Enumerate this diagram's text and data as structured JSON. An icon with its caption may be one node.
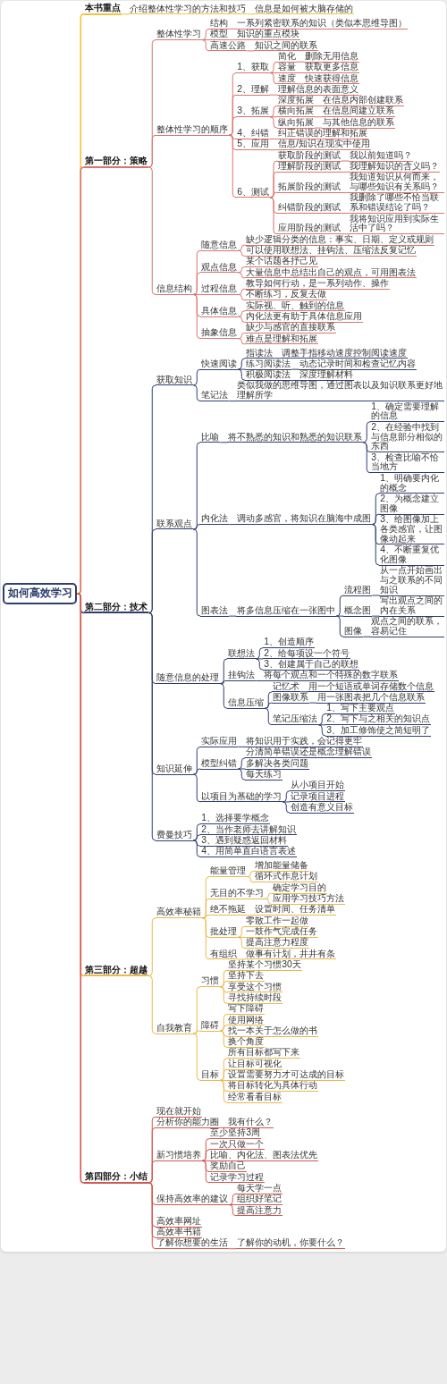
{
  "diagram": {
    "nodes": [
      {
        "text": [
          "如何高效学习"
        ]
      },
      {
        "text": [
          "本书重点"
        ]
      },
      {
        "text": [
          "介绍整体性学习的方法和技巧"
        ]
      },
      {
        "text": [
          "信息是如何被大脑存储的"
        ]
      },
      {
        "text": [
          "第一部分：策略"
        ]
      },
      {
        "text": [
          "整体性学习"
        ]
      },
      {
        "text": [
          "结构"
        ]
      },
      {
        "text": [
          "一系列紧密联系的知识（类似本思维导图）"
        ]
      },
      {
        "text": [
          "模型"
        ]
      },
      {
        "text": [
          "知识的重点模块"
        ]
      },
      {
        "text": [
          "高速公路"
        ]
      },
      {
        "text": [
          "知识之间的联系"
        ]
      },
      {
        "text": [
          "整体性学习的顺序"
        ]
      },
      {
        "text": [
          "1、获取"
        ]
      },
      {
        "text": [
          "简化"
        ]
      },
      {
        "text": [
          "删除无用信息"
        ]
      },
      {
        "text": [
          "容量"
        ]
      },
      {
        "text": [
          "获取更多信息"
        ]
      },
      {
        "text": [
          "速度"
        ]
      },
      {
        "text": [
          "快速获得信息"
        ]
      },
      {
        "text": [
          "2、理解"
        ]
      },
      {
        "text": [
          "理解信息的表面意义"
        ]
      },
      {
        "text": [
          "3、拓展"
        ]
      },
      {
        "text": [
          "深度拓展"
        ]
      },
      {
        "text": [
          "在信息内部创建联系"
        ]
      },
      {
        "text": [
          "横向拓展"
        ]
      },
      {
        "text": [
          "在信息间建立联系"
        ]
      },
      {
        "text": [
          "纵向拓展"
        ]
      },
      {
        "text": [
          "与其他信息的联系"
        ]
      },
      {
        "text": [
          "4、纠错"
        ]
      },
      {
        "text": [
          "纠正错误的理解和拓展"
        ]
      },
      {
        "text": [
          "5、应用"
        ]
      },
      {
        "text": [
          "信息/知识在现实中使用"
        ]
      },
      {
        "text": [
          "6、测试"
        ]
      },
      {
        "text": [
          "获取阶段的测试"
        ]
      },
      {
        "text": [
          "我以前知道吗？"
        ]
      },
      {
        "text": [
          "理解阶段的测试"
        ]
      },
      {
        "text": [
          "我理解知识的含义吗？"
        ]
      },
      {
        "text": [
          "拓展阶段的测试"
        ]
      },
      {
        "text": [
          "我知道知识从何而来，与哪些知识有关系吗？"
        ]
      },
      {
        "text": [
          "纠错阶段的测试"
        ]
      },
      {
        "text": [
          "我删除了哪些不恰当联系和错误结论了吗？"
        ]
      },
      {
        "text": [
          "应用阶段的测试"
        ]
      },
      {
        "text": [
          "我将知识应用到实际生活中了吗？"
        ]
      },
      {
        "text": [
          "信息结构"
        ]
      },
      {
        "text": [
          "随意信息"
        ]
      },
      {
        "text": [
          "缺少逻辑分类的信息：事实、日期、定义或规则"
        ]
      },
      {
        "text": [
          "可以使用联想法、挂钩法、压缩法反复记忆"
        ]
      },
      {
        "text": [
          "观点信息"
        ]
      },
      {
        "text": [
          "某个话题各抒己见"
        ]
      },
      {
        "text": [
          "大量信息中总结出自己的观点，可用图表法"
        ]
      },
      {
        "text": [
          "过程信息"
        ]
      },
      {
        "text": [
          "教导如何行动，是一系列动作、操作"
        ]
      },
      {
        "text": [
          "不断练习，反复去做"
        ]
      },
      {
        "text": [
          "具体信息"
        ]
      },
      {
        "text": [
          "实际视、听、触到的信息"
        ]
      },
      {
        "text": [
          "内化法更有助于具体信息应用"
        ]
      },
      {
        "text": [
          "抽象信息"
        ]
      },
      {
        "text": [
          "缺少与感官的直接联系"
        ]
      },
      {
        "text": [
          "难点是理解和拓展"
        ]
      },
      {
        "text": [
          "第二部分：技术"
        ]
      },
      {
        "text": [
          "获取知识"
        ]
      },
      {
        "text": [
          "快速阅读"
        ]
      },
      {
        "text": [
          "指读法"
        ]
      },
      {
        "text": [
          "调整手指移动速度控制阅读速度"
        ]
      },
      {
        "text": [
          "练习阅读法"
        ]
      },
      {
        "text": [
          "动态记录时间和检查记忆内容"
        ]
      },
      {
        "text": [
          "积极阅读法"
        ]
      },
      {
        "text": [
          "深度理解材料"
        ]
      },
      {
        "text": [
          "笔记法"
        ]
      },
      {
        "text": [
          "类似我做的思维导图，通过图表以及知识联系更好地理解所学"
        ]
      },
      {
        "text": [
          "联系观点"
        ]
      },
      {
        "text": [
          "比喻"
        ]
      },
      {
        "text": [
          "将不熟悉的知识和熟悉的知识联系"
        ]
      },
      {
        "text": [
          "1、确定需要理解的信息"
        ]
      },
      {
        "text": [
          "2、在经验中找到与信息部分相似的东西"
        ]
      },
      {
        "text": [
          "3、检查比喻不恰当地方"
        ]
      },
      {
        "text": [
          "内化法"
        ]
      },
      {
        "text": [
          "调动多感官，将知识在脑海中成图"
        ]
      },
      {
        "text": [
          "1、明确要内化的概念"
        ]
      },
      {
        "text": [
          "2、为概念建立图像"
        ]
      },
      {
        "text": [
          "3、给图像加上各类感官，让图像动起来"
        ]
      },
      {
        "text": [
          "4、不断重复优化图像"
        ]
      },
      {
        "text": [
          "图表法"
        ]
      },
      {
        "text": [
          "将多信息压缩在一张图中"
        ]
      },
      {
        "text": [
          "流程图"
        ]
      },
      {
        "text": [
          "从一点开始画出与之联系的不同知识"
        ]
      },
      {
        "text": [
          "概念图"
        ]
      },
      {
        "text": [
          "写出观点之间的内在关系"
        ]
      },
      {
        "text": [
          "图像"
        ]
      },
      {
        "text": [
          "观点之间的联系，容易记住"
        ]
      },
      {
        "text": [
          "随意信息的处理"
        ]
      },
      {
        "text": [
          "联想法"
        ]
      },
      {
        "text": [
          "1、创造顺序"
        ]
      },
      {
        "text": [
          "2、给每项设一个符号"
        ]
      },
      {
        "text": [
          "3、创建属于自己的联想"
        ]
      },
      {
        "text": [
          "挂钩法"
        ]
      },
      {
        "text": [
          "将每个观点和一个特殊的数字联系"
        ]
      },
      {
        "text": [
          "信息压缩"
        ]
      },
      {
        "text": [
          "记忆术"
        ]
      },
      {
        "text": [
          "用一个短语或单词存储数个信息"
        ]
      },
      {
        "text": [
          "图像联系"
        ]
      },
      {
        "text": [
          "用一张图表把几个信息联系"
        ]
      },
      {
        "text": [
          "笔记压缩法"
        ]
      },
      {
        "text": [
          "1、写下主要观点"
        ]
      },
      {
        "text": [
          "2、写下与之相关的知识点"
        ]
      },
      {
        "text": [
          "3、加工修饰使之简短明了"
        ]
      },
      {
        "text": [
          "知识延伸"
        ]
      },
      {
        "text": [
          "实际应用"
        ]
      },
      {
        "text": [
          "将知识用于实践，会记得更牢"
        ]
      },
      {
        "text": [
          "模型纠错"
        ]
      },
      {
        "text": [
          "分清简单错误还是概念理解错误"
        ]
      },
      {
        "text": [
          "多解决各类问题"
        ]
      },
      {
        "text": [
          "每天练习"
        ]
      },
      {
        "text": [
          "以项目为基础的学习"
        ]
      },
      {
        "text": [
          "从小项目开始"
        ]
      },
      {
        "text": [
          "记录项目进程"
        ]
      },
      {
        "text": [
          "创造有意义目标"
        ]
      },
      {
        "text": [
          "费曼技巧"
        ]
      },
      {
        "text": [
          "1、选择要学概念"
        ]
      },
      {
        "text": [
          "2、当作老师去讲解知识"
        ]
      },
      {
        "text": [
          "3、遇到疑惑返回材料"
        ]
      },
      {
        "text": [
          "4、用简单直白语言表述"
        ]
      },
      {
        "text": [
          "第三部分：超越"
        ]
      },
      {
        "text": [
          "高效率秘籍"
        ]
      },
      {
        "text": [
          "能量管理"
        ]
      },
      {
        "text": [
          "增加能量储备"
        ]
      },
      {
        "text": [
          "循环式作息计划"
        ]
      },
      {
        "text": [
          "无目的不学习"
        ]
      },
      {
        "text": [
          "确定学习目的"
        ]
      },
      {
        "text": [
          "应用学习技巧方法"
        ]
      },
      {
        "text": [
          "绝不拖延"
        ]
      },
      {
        "text": [
          "设置时间、任务清单"
        ]
      },
      {
        "text": [
          "批处理"
        ]
      },
      {
        "text": [
          "零散工作一起做"
        ]
      },
      {
        "text": [
          "一鼓作气完成任务"
        ]
      },
      {
        "text": [
          "提高注意力程度"
        ]
      },
      {
        "text": [
          "有组织"
        ]
      },
      {
        "text": [
          "做事有计划，井井有条"
        ]
      },
      {
        "text": [
          "自我教育"
        ]
      },
      {
        "text": [
          "习惯"
        ]
      },
      {
        "text": [
          "坚持某个习惯30天"
        ]
      },
      {
        "text": [
          "坚持下去"
        ]
      },
      {
        "text": [
          "享受这个习惯"
        ]
      },
      {
        "text": [
          "寻找持续时段"
        ]
      },
      {
        "text": [
          "障碍"
        ]
      },
      {
        "text": [
          "写下障碍"
        ]
      },
      {
        "text": [
          "使用网络"
        ]
      },
      {
        "text": [
          "找一本关于怎么做的书"
        ]
      },
      {
        "text": [
          "换个角度"
        ]
      },
      {
        "text": [
          "目标"
        ]
      },
      {
        "text": [
          "所有目标都写下来"
        ]
      },
      {
        "text": [
          "让目标可视化"
        ]
      },
      {
        "text": [
          "设置需要努力才可达成的目标"
        ]
      },
      {
        "text": [
          "将目标转化为具体行动"
        ]
      },
      {
        "text": [
          "经常看看目标"
        ]
      },
      {
        "text": [
          "第四部分：小结"
        ]
      },
      {
        "text": [
          "现在就开始"
        ]
      },
      {
        "text": [
          "分析你的能力圈"
        ]
      },
      {
        "text": [
          "我有什么？"
        ]
      },
      {
        "text": [
          "新习惯培养"
        ]
      },
      {
        "text": [
          "至少坚持3周"
        ]
      },
      {
        "text": [
          "一次只做一个"
        ]
      },
      {
        "text": [
          "比喻、内化法、图表法优先"
        ]
      },
      {
        "text": [
          "奖励自己"
        ]
      },
      {
        "text": [
          "记录学习过程"
        ]
      },
      {
        "text": [
          "保持高效率的建议"
        ]
      },
      {
        "text": [
          "每天学一点"
        ]
      },
      {
        "text": [
          "组织好笔记"
        ]
      },
      {
        "text": [
          "提高注意力"
        ]
      },
      {
        "text": [
          "高效率网址"
        ]
      },
      {
        "text": [
          "高效率书籍"
        ]
      },
      {
        "text": [
          "了解你想要的生活"
        ]
      },
      {
        "text": [
          "了解你的动机，你要什么？"
        ]
      }
    ],
    "edges": [
      {
        "from": 0,
        "to": 1,
        "arrow": "none",
        "color": "#f0c43c"
      },
      {
        "from": 1,
        "to": 2,
        "arrow": "none",
        "color": "#f0c43c"
      },
      {
        "from": 2,
        "to": 3,
        "arrow": "none",
        "color": "#f0c43c"
      },
      {
        "from": 0,
        "to": 4,
        "arrow": "none",
        "color": "#d9756c"
      },
      {
        "from": 4,
        "to": 5,
        "arrow": "none",
        "color": "#d9756c"
      },
      {
        "from": 5,
        "to": 6,
        "arrow": "none",
        "color": "#d9756c"
      },
      {
        "from": 6,
        "to": 7,
        "arrow": "none",
        "color": "#d9756c"
      },
      {
        "from": 5,
        "to": 8,
        "arrow": "none",
        "color": "#d9756c"
      },
      {
        "from": 8,
        "to": 9,
        "arrow": "none",
        "color": "#d9756c"
      },
      {
        "from": 5,
        "to": 10,
        "arrow": "none",
        "color": "#d9756c"
      },
      {
        "from": 10,
        "to": 11,
        "arrow": "none",
        "color": "#d9756c"
      },
      {
        "from": 4,
        "to": 12,
        "arrow": "none",
        "color": "#d9756c"
      },
      {
        "from": 12,
        "to": 13,
        "arrow": "none",
        "color": "#d9756c"
      },
      {
        "from": 13,
        "to": 14,
        "arrow": "none",
        "color": "#d9756c"
      },
      {
        "from": 14,
        "to": 15,
        "arrow": "none",
        "color": "#d9756c"
      },
      {
        "from": 13,
        "to": 16,
        "arrow": "none",
        "color": "#d9756c"
      },
      {
        "from": 16,
        "to": 17,
        "arrow": "none",
        "color": "#d9756c"
      },
      {
        "from": 13,
        "to": 18,
        "arrow": "none",
        "color": "#d9756c"
      },
      {
        "from": 18,
        "to": 19,
        "arrow": "none",
        "color": "#d9756c"
      },
      {
        "from": 12,
        "to": 20,
        "arrow": "none",
        "color": "#d9756c"
      },
      {
        "from": 20,
        "to": 21,
        "arrow": "none",
        "color": "#d9756c"
      },
      {
        "from": 12,
        "to": 22,
        "arrow": "none",
        "color": "#d9756c"
      },
      {
        "from": 22,
        "to": 23,
        "arrow": "none",
        "color": "#d9756c"
      },
      {
        "from": 23,
        "to": 24,
        "arrow": "none",
        "color": "#d9756c"
      },
      {
        "from": 22,
        "to": 25,
        "arrow": "none",
        "color": "#d9756c"
      },
      {
        "from": 25,
        "to": 26,
        "arrow": "none",
        "color": "#d9756c"
      },
      {
        "from": 22,
        "to": 27,
        "arrow": "none",
        "color": "#d9756c"
      },
      {
        "from": 27,
        "to": 28,
        "arrow": "none",
        "color": "#d9756c"
      },
      {
        "from": 12,
        "to": 29,
        "arrow": "none",
        "color": "#d9756c"
      },
      {
        "from": 29,
        "to": 30,
        "arrow": "none",
        "color": "#d9756c"
      },
      {
        "from": 12,
        "to": 31,
        "arrow": "none",
        "color": "#d9756c"
      },
      {
        "from": 31,
        "to": 32,
        "arrow": "none",
        "color": "#d9756c"
      },
      {
        "from": 12,
        "to": 33,
        "arrow": "none",
        "color": "#d9756c"
      },
      {
        "from": 33,
        "to": 34,
        "arrow": "none",
        "color": "#d9756c"
      },
      {
        "from": 34,
        "to": 35,
        "arrow": "none",
        "color": "#d9756c"
      },
      {
        "from": 33,
        "to": 36,
        "arrow": "none",
        "color": "#d9756c"
      },
      {
        "from": 36,
        "to": 37,
        "arrow": "none",
        "color": "#d9756c"
      },
      {
        "from": 33,
        "to": 38,
        "arrow": "none",
        "color": "#d9756c"
      },
      {
        "from": 38,
        "to": 39,
        "arrow": "none",
        "color": "#d9756c"
      },
      {
        "from": 33,
        "to": 40,
        "arrow": "none",
        "color": "#d9756c"
      },
      {
        "from": 40,
        "to": 41,
        "arrow": "none",
        "color": "#d9756c"
      },
      {
        "from": 33,
        "to": 42,
        "arrow": "none",
        "color": "#d9756c"
      },
      {
        "from": 42,
        "to": 43,
        "arrow": "none",
        "color": "#d9756c"
      },
      {
        "from": 4,
        "to": 44,
        "arrow": "none",
        "color": "#d9756c"
      },
      {
        "from": 44,
        "to": 45,
        "arrow": "none",
        "color": "#d9756c"
      },
      {
        "from": 45,
        "to": 46,
        "arrow": "none",
        "color": "#d9756c"
      },
      {
        "from": 45,
        "to": 47,
        "arrow": "none",
        "color": "#d9756c"
      },
      {
        "from": 44,
        "to": 48,
        "arrow": "none",
        "color": "#d9756c"
      },
      {
        "from": 48,
        "to": 49,
        "arrow": "none",
        "color": "#d9756c"
      },
      {
        "from": 48,
        "to": 50,
        "arrow": "none",
        "color": "#d9756c"
      },
      {
        "from": 44,
        "to": 51,
        "arrow": "none",
        "color": "#d9756c"
      },
      {
        "from": 51,
        "to": 52,
        "arrow": "none",
        "color": "#d9756c"
      },
      {
        "from": 51,
        "to": 53,
        "arrow": "none",
        "color": "#d9756c"
      },
      {
        "from": 44,
        "to": 54,
        "arrow": "none",
        "color": "#d9756c"
      },
      {
        "from": 54,
        "to": 55,
        "arrow": "none",
        "color": "#d9756c"
      },
      {
        "from": 54,
        "to": 56,
        "arrow": "none",
        "color": "#d9756c"
      },
      {
        "from": 44,
        "to": 57,
        "arrow": "none",
        "color": "#d9756c"
      },
      {
        "from": 57,
        "to": 58,
        "arrow": "none",
        "color": "#d9756c"
      },
      {
        "from": 57,
        "to": 59,
        "arrow": "none",
        "color": "#d9756c"
      },
      {
        "from": 0,
        "to": 60,
        "arrow": "none"
      },
      {
        "from": 60,
        "to": 61,
        "arrow": "none"
      },
      {
        "from": 61,
        "to": 62,
        "arrow": "none"
      },
      {
        "from": 62,
        "to": 63,
        "arrow": "none"
      },
      {
        "from": 63,
        "to": 64,
        "arrow": "none"
      },
      {
        "from": 62,
        "to": 65,
        "arrow": "none"
      },
      {
        "from": 65,
        "to": 66,
        "arrow": "none"
      },
      {
        "from": 62,
        "to": 67,
        "arrow": "none"
      },
      {
        "from": 67,
        "to": 68,
        "arrow": "none"
      },
      {
        "from": 61,
        "to": 69,
        "arrow": "none"
      },
      {
        "from": 69,
        "to": 70,
        "arrow": "none"
      },
      {
        "from": 60,
        "to": 71,
        "arrow": "none"
      },
      {
        "from": 71,
        "to": 72,
        "arrow": "none"
      },
      {
        "from": 72,
        "to": 73,
        "arrow": "none"
      },
      {
        "from": 73,
        "to": 74,
        "arrow": "none"
      },
      {
        "from": 73,
        "to": 75,
        "arrow": "none"
      },
      {
        "from": 73,
        "to": 76,
        "arrow": "none"
      },
      {
        "from": 71,
        "to": 77,
        "arrow": "none"
      },
      {
        "from": 77,
        "to": 78,
        "arrow": "none"
      },
      {
        "from": 78,
        "to": 79,
        "arrow": "none"
      },
      {
        "from": 78,
        "to": 80,
        "arrow": "none"
      },
      {
        "from": 78,
        "to": 81,
        "arrow": "none"
      },
      {
        "from": 78,
        "to": 82,
        "arrow": "none"
      },
      {
        "from": 71,
        "to": 83,
        "arrow": "none"
      },
      {
        "from": 83,
        "to": 84,
        "arrow": "none"
      },
      {
        "from": 84,
        "to": 85,
        "arrow": "none"
      },
      {
        "from": 85,
        "to": 86,
        "arrow": "none"
      },
      {
        "from": 84,
        "to": 87,
        "arrow": "none"
      },
      {
        "from": 87,
        "to": 88,
        "arrow": "none"
      },
      {
        "from": 84,
        "to": 89,
        "arrow": "none"
      },
      {
        "from": 89,
        "to": 90,
        "arrow": "none"
      },
      {
        "from": 60,
        "to": 91,
        "arrow": "none"
      },
      {
        "from": 91,
        "to": 92,
        "arrow": "none"
      },
      {
        "from": 92,
        "to": 93,
        "arrow": "none"
      },
      {
        "from": 92,
        "to": 94,
        "arrow": "none"
      },
      {
        "from": 92,
        "to": 95,
        "arrow": "none"
      },
      {
        "from": 91,
        "to": 96,
        "arrow": "none"
      },
      {
        "from": 96,
        "to": 97,
        "arrow": "none"
      },
      {
        "from": 91,
        "to": 98,
        "arrow": "none"
      },
      {
        "from": 98,
        "to": 99,
        "arrow": "none"
      },
      {
        "from": 99,
        "to": 100,
        "arrow": "none"
      },
      {
        "from": 98,
        "to": 101,
        "arrow": "none"
      },
      {
        "from": 101,
        "to": 102,
        "arrow": "none"
      },
      {
        "from": 98,
        "to": 103,
        "arrow": "none"
      },
      {
        "from": 103,
        "to": 104,
        "arrow": "none"
      },
      {
        "from": 103,
        "to": 105,
        "arrow": "none"
      },
      {
        "from": 103,
        "to": 106,
        "arrow": "none"
      },
      {
        "from": 60,
        "to": 107,
        "arrow": "none"
      },
      {
        "from": 107,
        "to": 108,
        "arrow": "none"
      },
      {
        "from": 108,
        "to": 109,
        "arrow": "none"
      },
      {
        "from": 107,
        "to": 110,
        "arrow": "none"
      },
      {
        "from": 110,
        "to": 111,
        "arrow": "none"
      },
      {
        "from": 110,
        "to": 112,
        "arrow": "none"
      },
      {
        "from": 110,
        "to": 113,
        "arrow": "none"
      },
      {
        "from": 107,
        "to": 114,
        "arrow": "none"
      },
      {
        "from": 114,
        "to": 115,
        "arrow": "none"
      },
      {
        "from": 114,
        "to": 116,
        "arrow": "none"
      },
      {
        "from": 114,
        "to": 117,
        "arrow": "none"
      },
      {
        "from": 60,
        "to": 118,
        "arrow": "none"
      },
      {
        "from": 118,
        "to": 119,
        "arrow": "none"
      },
      {
        "from": 118,
        "to": 120,
        "arrow": "none"
      },
      {
        "from": 118,
        "to": 121,
        "arrow": "none"
      },
      {
        "from": 118,
        "to": 122,
        "arrow": "none"
      },
      {
        "from": 0,
        "to": 123,
        "arrow": "none",
        "color": "#e9b949"
      },
      {
        "from": 123,
        "to": 124,
        "arrow": "none",
        "color": "#e9b949"
      },
      {
        "from": 124,
        "to": 125,
        "arrow": "none",
        "color": "#e9b949"
      },
      {
        "from": 125,
        "to": 126,
        "arrow": "none",
        "color": "#e9b949"
      },
      {
        "from": 125,
        "to": 127,
        "arrow": "none",
        "color": "#e9b949"
      },
      {
        "from": 124,
        "to": 128,
        "arrow": "none",
        "color": "#e9b949"
      },
      {
        "from": 128,
        "to": 129,
        "arrow": "none",
        "color": "#e9b949"
      },
      {
        "from": 128,
        "to": 130,
        "arrow": "none",
        "color": "#e9b949"
      },
      {
        "from": 124,
        "to": 131,
        "arrow": "none",
        "color": "#e9b949"
      },
      {
        "from": 131,
        "to": 132,
        "arrow": "none",
        "color": "#e9b949"
      },
      {
        "from": 124,
        "to": 133,
        "arrow": "none",
        "color": "#e9b949"
      },
      {
        "from": 133,
        "to": 134,
        "arrow": "none",
        "color": "#e9b949"
      },
      {
        "from": 133,
        "to": 135,
        "arrow": "none",
        "color": "#e9b949"
      },
      {
        "from": 133,
        "to": 136,
        "arrow": "none",
        "color": "#e9b949"
      },
      {
        "from": 124,
        "to": 137,
        "arrow": "none",
        "color": "#e9b949"
      },
      {
        "from": 137,
        "to": 138,
        "arrow": "none",
        "color": "#e9b949"
      },
      {
        "from": 123,
        "to": 139,
        "arrow": "none",
        "color": "#e9b949"
      },
      {
        "from": 139,
        "to": 140,
        "arrow": "none",
        "color": "#e9b949"
      },
      {
        "from": 140,
        "to": 141,
        "arrow": "none",
        "color": "#e9b949"
      },
      {
        "from": 140,
        "to": 142,
        "arrow": "none",
        "color": "#e9b949"
      },
      {
        "from": 140,
        "to": 143,
        "arrow": "none",
        "color": "#e9b949"
      },
      {
        "from": 140,
        "to": 144,
        "arrow": "none",
        "color": "#e9b949"
      },
      {
        "from": 139,
        "to": 145,
        "arrow": "none",
        "color": "#e9b949"
      },
      {
        "from": 145,
        "to": 146,
        "arrow": "none",
        "color": "#e9b949"
      },
      {
        "from": 145,
        "to": 147,
        "arrow": "none",
        "color": "#e9b949"
      },
      {
        "from": 145,
        "to": 148,
        "arrow": "none",
        "color": "#e9b949"
      },
      {
        "from": 145,
        "to": 149,
        "arrow": "none",
        "color": "#e9b949"
      },
      {
        "from": 139,
        "to": 150,
        "arrow": "none",
        "color": "#e9b949"
      },
      {
        "from": 150,
        "to": 151,
        "arrow": "none",
        "color": "#e9b949"
      },
      {
        "from": 150,
        "to": 152,
        "arrow": "none",
        "color": "#e9b949"
      },
      {
        "from": 150,
        "to": 153,
        "arrow": "none",
        "color": "#e9b949"
      },
      {
        "from": 150,
        "to": 154,
        "arrow": "none",
        "color": "#e9b949"
      },
      {
        "from": 150,
        "to": 155,
        "arrow": "none",
        "color": "#e9b949"
      },
      {
        "from": 0,
        "to": 156,
        "arrow": "none",
        "color": "#d2574f"
      },
      {
        "from": 156,
        "to": 157,
        "arrow": "none",
        "color": "#d2574f"
      },
      {
        "from": 156,
        "to": 158,
        "arrow": "none",
        "color": "#d2574f"
      },
      {
        "from": 158,
        "to": 159,
        "arrow": "none",
        "color": "#d2574f"
      },
      {
        "from": 156,
        "to": 160,
        "arrow": "none",
        "color": "#d2574f"
      },
      {
        "from": 160,
        "to": 161,
        "arrow": "none",
        "color": "#d2574f"
      },
      {
        "from": 160,
        "to": 162,
        "arrow": "none",
        "color": "#d2574f"
      },
      {
        "from": 160,
        "to": 163,
        "arrow": "none",
        "color": "#d2574f"
      },
      {
        "from": 160,
        "to": 164,
        "arrow": "none",
        "color": "#d2574f"
      },
      {
        "from": 160,
        "to": 165,
        "arrow": "none",
        "color": "#d2574f"
      },
      {
        "from": 156,
        "to": 166,
        "arrow": "none",
        "color": "#d2574f"
      },
      {
        "from": 166,
        "to": 167,
        "arrow": "none",
        "color": "#d2574f"
      },
      {
        "from": 166,
        "to": 168,
        "arrow": "none",
        "color": "#d2574f"
      },
      {
        "from": 166,
        "to": 169,
        "arrow": "none",
        "color": "#d2574f"
      },
      {
        "from": 156,
        "to": 170,
        "arrow": "none",
        "color": "#d2574f"
      },
      {
        "from": 156,
        "to": 171,
        "arrow": "none",
        "color": "#d2574f"
      },
      {
        "from": 156,
        "to": 172,
        "arrow": "none",
        "color": "#d2574f"
      },
      {
        "from": 172,
        "to": 173,
        "arrow": "none",
        "color": "#d2574f"
      }
    ]
  }
}
